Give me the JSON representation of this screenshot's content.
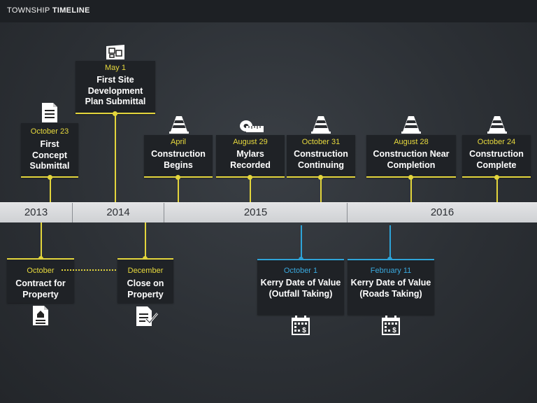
{
  "title_a": "TOWNSHIP",
  "title_b": "TIMELINE",
  "years": [
    "2013",
    "2014",
    "2015",
    "2016"
  ],
  "above": [
    {
      "date": "October 23",
      "title": "First Concept Submittal",
      "icon": "document-icon"
    },
    {
      "date": "May 1",
      "title": "First Site Development Plan Submittal",
      "icon": "site-plan-icon"
    },
    {
      "date": "April",
      "title": "Construction Begins",
      "icon": "traffic-cone-icon"
    },
    {
      "date": "August 29",
      "title": "Mylars Recorded",
      "icon": "tape-measure-icon"
    },
    {
      "date": "October 31",
      "title": "Construction Continuing",
      "icon": "traffic-cone-icon"
    },
    {
      "date": "August 28",
      "title": "Construction Near Completion",
      "icon": "traffic-cone-icon"
    },
    {
      "date": "October 24",
      "title": "Construction Complete",
      "icon": "traffic-cone-icon"
    }
  ],
  "below": [
    {
      "date": "October",
      "title": "Contract for Property",
      "icon": "house-document-icon"
    },
    {
      "date": "December",
      "title": "Close on Property",
      "icon": "signed-document-icon"
    },
    {
      "date": "October 1",
      "title": "Kerry Date of Value (Outfall Taking)",
      "icon": "calendar-dollar-icon"
    },
    {
      "date": "February 11",
      "title": "Kerry Date of Value (Roads Taking)",
      "icon": "calendar-dollar-icon"
    }
  ],
  "colors": {
    "accent": "#e3d53c",
    "blue": "#2ea4d8",
    "background": "#2c3035"
  }
}
